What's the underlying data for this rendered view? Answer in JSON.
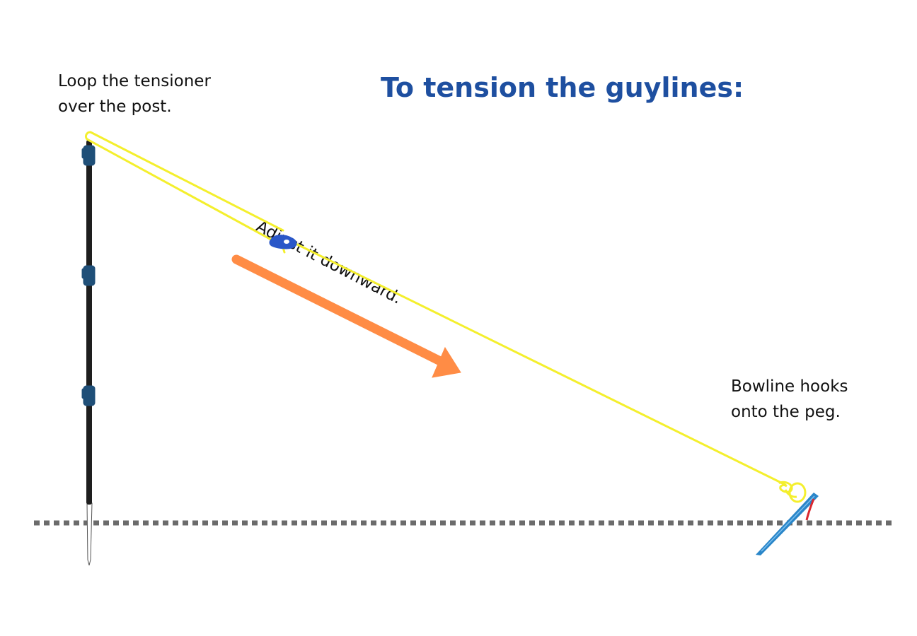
{
  "title": {
    "text": "To tension the guylines:",
    "color": "#1e4fa0"
  },
  "labels": {
    "loop_line1": "Loop the tensioner",
    "loop_line2": "over the  post.",
    "adjust": "Adjust it downward.",
    "bowline_line1": "Bowline hooks",
    "bowline_line2": "onto the peg."
  },
  "colors": {
    "guyline": "#f4ef2d",
    "arrow": "#ff8c45",
    "ground": "#6b6b6b",
    "pole": "#1e1e1e",
    "pole_clip": "#1f4f78",
    "tensioner": "#2a57c8",
    "peg": "#2a86c9",
    "peg_cord": "#d9282f",
    "text": "#111111"
  },
  "icons": {
    "pole": "tent-pole-icon",
    "tensioner": "tensioner-icon",
    "peg": "tent-peg-icon",
    "knot": "bowline-knot-icon",
    "arrow": "direction-arrow-icon"
  }
}
